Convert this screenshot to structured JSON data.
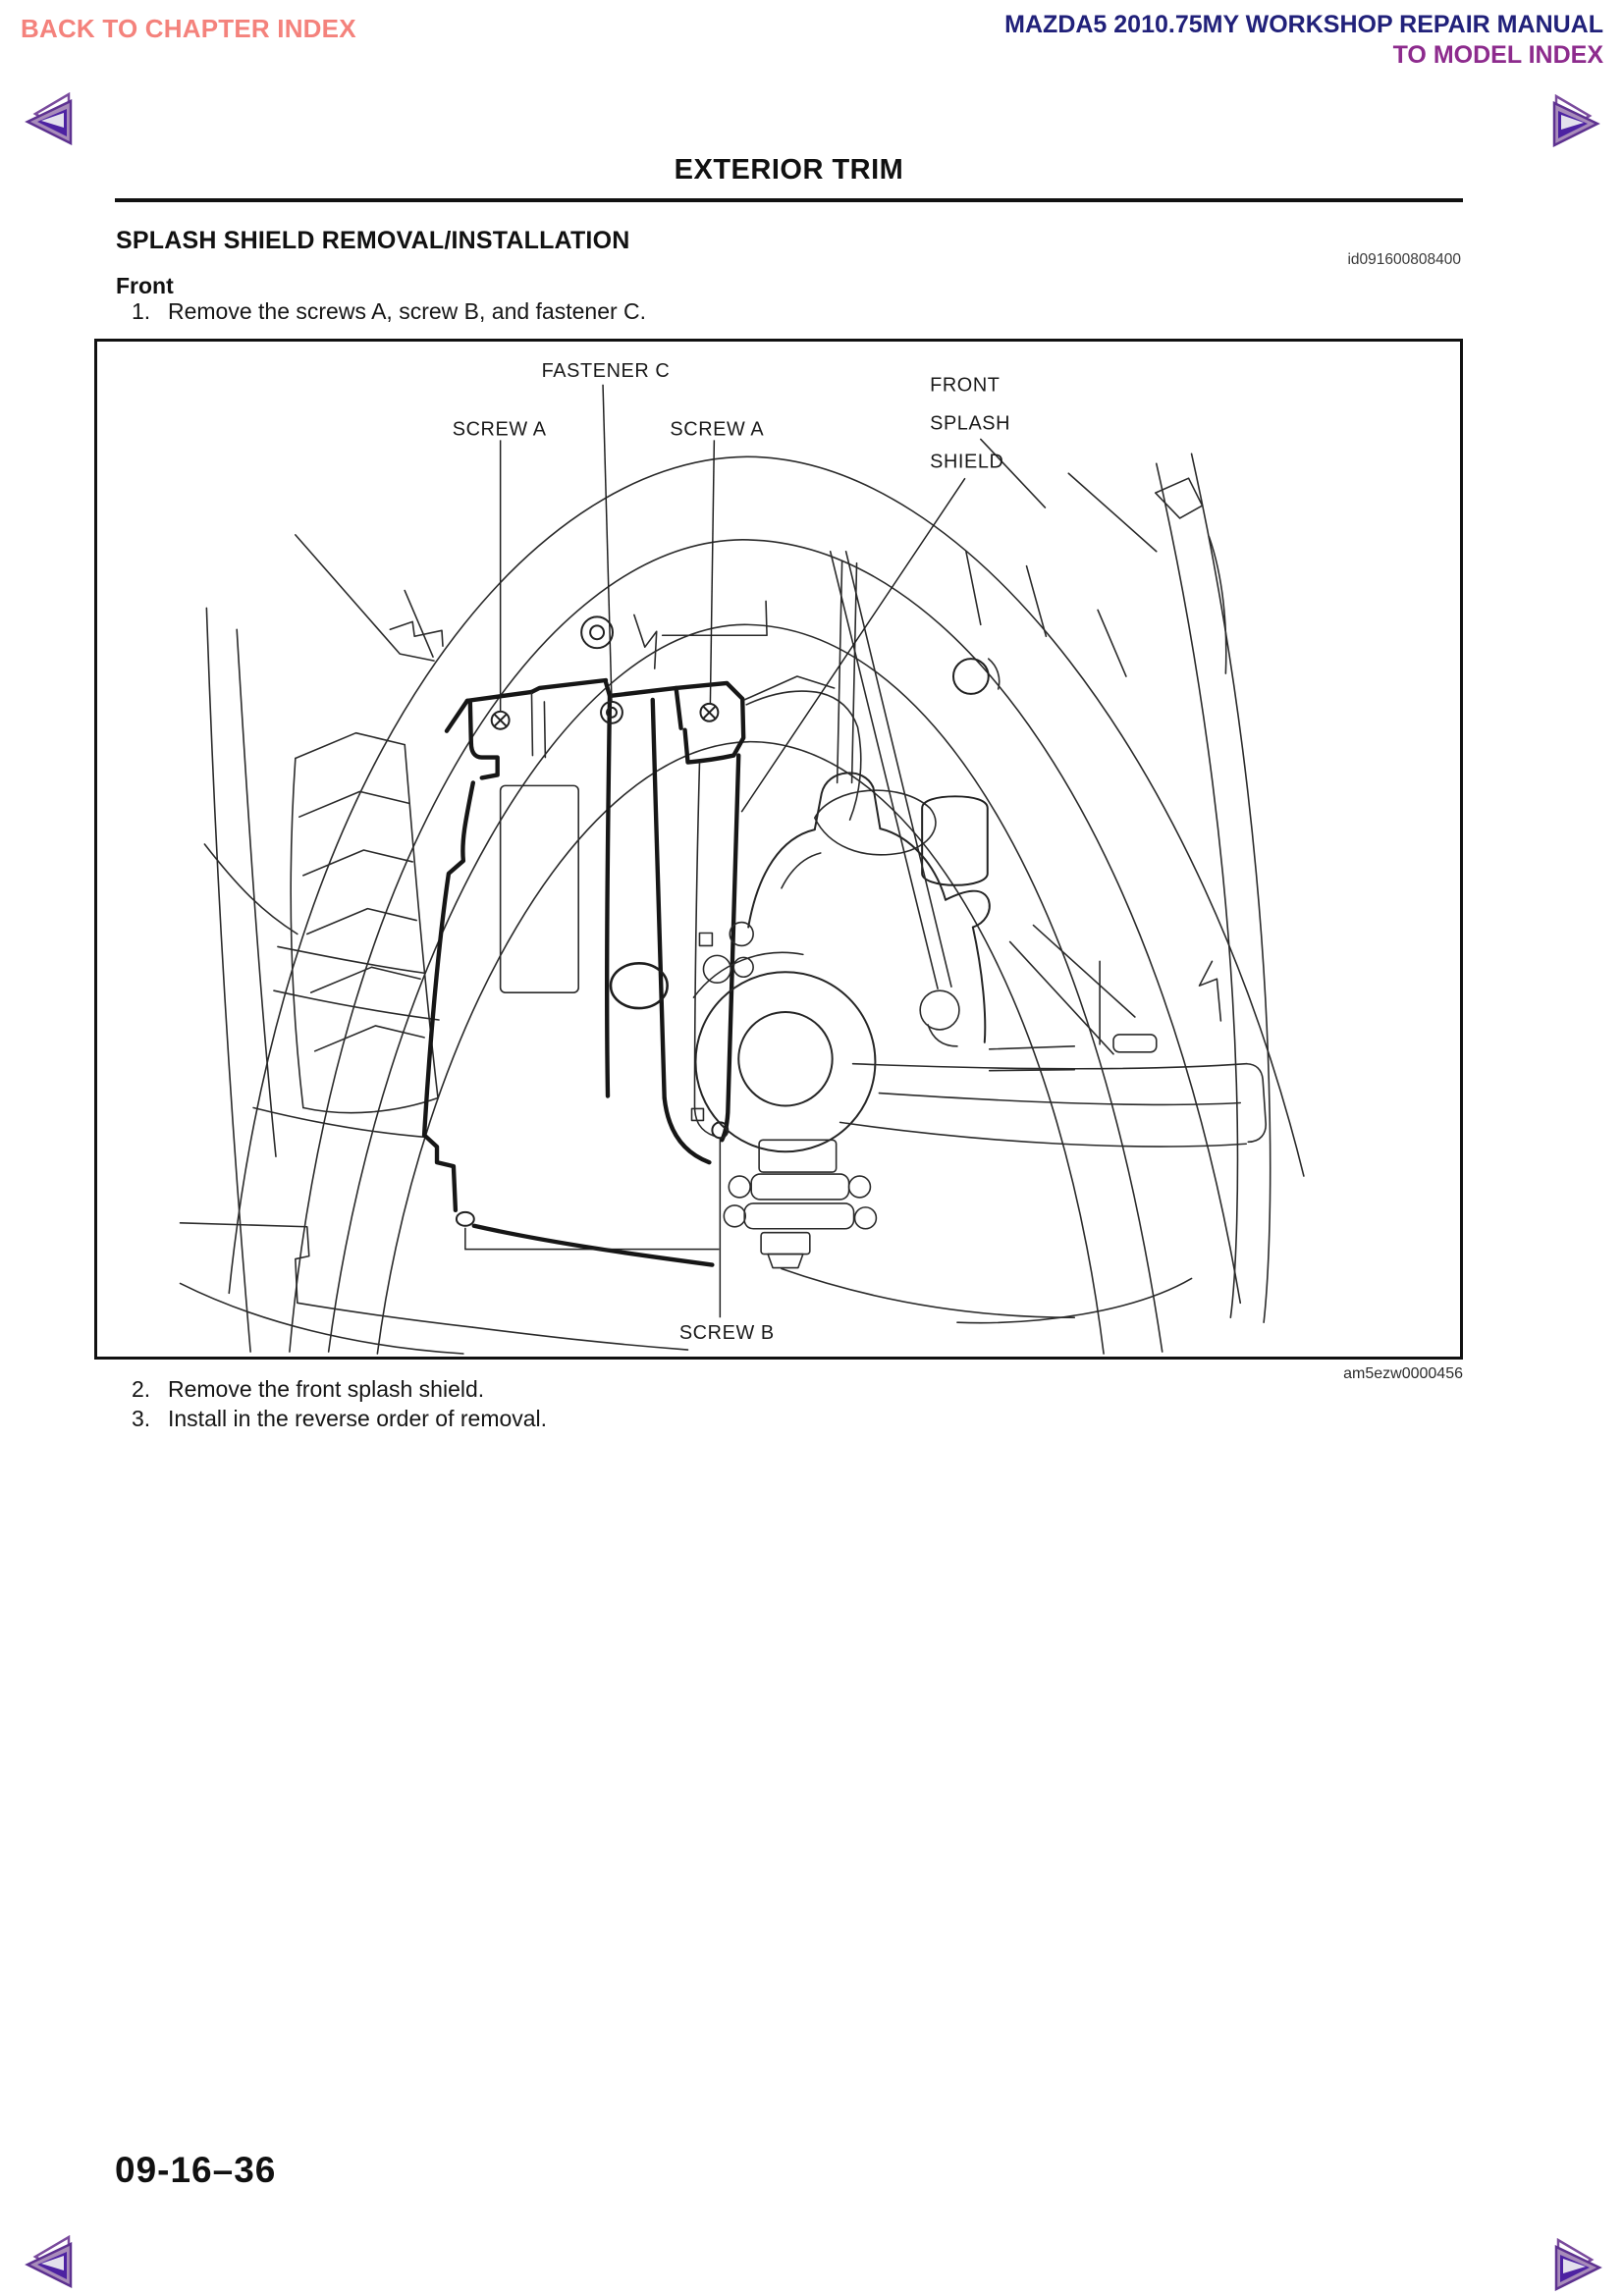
{
  "header": {
    "back_link": "BACK TO CHAPTER INDEX",
    "manual_title": "MAZDA5 2010.75MY WORKSHOP REPAIR MANUAL",
    "model_index_link": "TO MODEL INDEX",
    "colors": {
      "back_link": "#f4827c",
      "manual_title": "#21217a",
      "model_index_link": "#8d2b8d",
      "arrow_fill": "#a88cba",
      "arrow_core": "#4d22a2",
      "arrow_outline": "#5d3190"
    }
  },
  "main": {
    "section_title": "EXTERIOR TRIM",
    "heading": "SPLASH SHIELD REMOVAL/INSTALLATION",
    "doc_id": "id091600808400",
    "subheading": "Front",
    "steps": [
      {
        "num": "1.",
        "text": "Remove the screws A, screw B, and fastener C."
      },
      {
        "num": "2.",
        "text": "Remove the front splash shield."
      },
      {
        "num": "3.",
        "text": "Install in the reverse order of removal."
      }
    ]
  },
  "figure": {
    "labels": {
      "fastener_c": "FASTENER C",
      "screw_a_left": "SCREW A",
      "screw_a_right": "SCREW A",
      "front_splash_shield": [
        "FRONT",
        "SPLASH",
        "SHIELD"
      ],
      "screw_b": "SCREW B"
    },
    "code": "am5ezw0000456"
  },
  "footer": {
    "page_number": "09-16–36"
  }
}
